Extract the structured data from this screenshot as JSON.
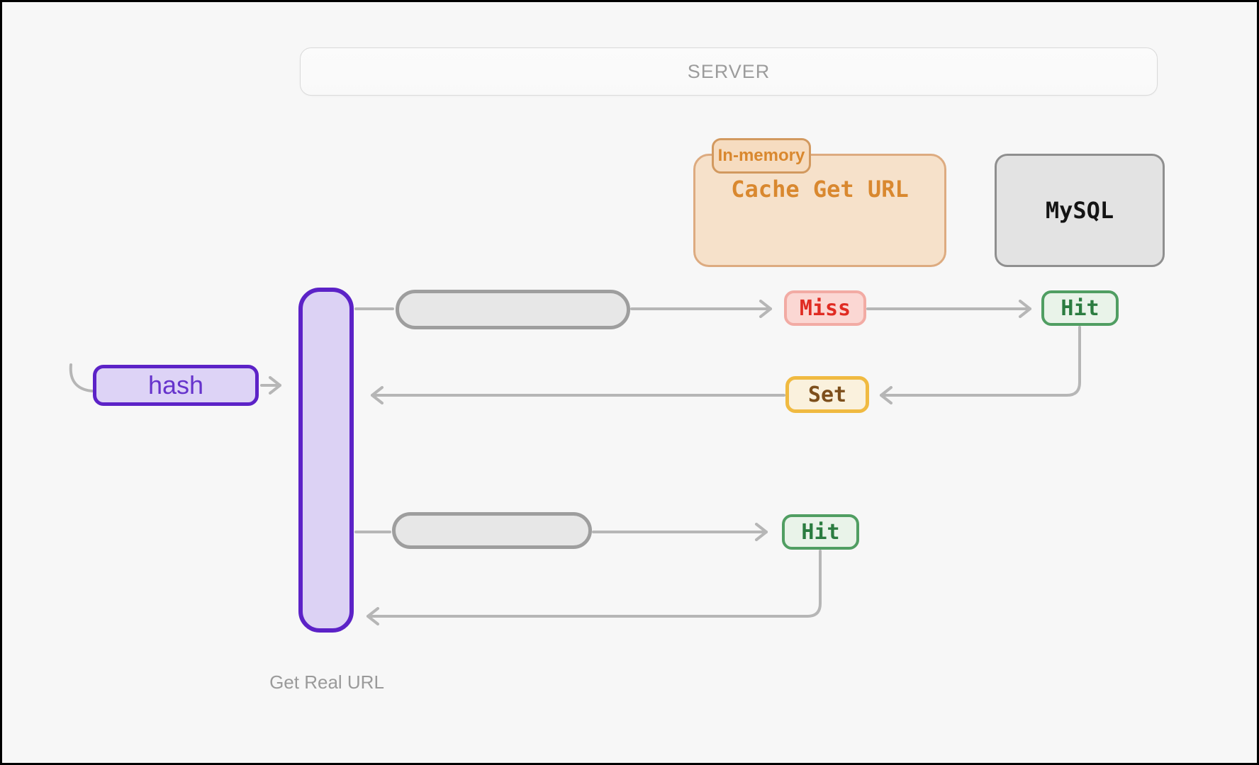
{
  "diagram": {
    "server": {
      "label": "SERVER"
    },
    "cache": {
      "tag": "In-memory",
      "title": "Cache Get URL"
    },
    "mysql": {
      "label": "MySQL"
    },
    "hash": {
      "label": "hash"
    },
    "url_resolver": {
      "label": "Get Real URL"
    },
    "badges": {
      "miss": {
        "label": "Miss"
      },
      "hit_db": {
        "label": "Hit"
      },
      "set": {
        "label": "Set"
      },
      "hit_cache": {
        "label": "Hit"
      }
    },
    "palette": {
      "background": "#f7f7f7",
      "frame_border": "#000000",
      "connector_gray": "#b6b6b6",
      "purple_border": "#5c22c7",
      "purple_fill": "#dcd2f4",
      "orange_fill": "#f6e1ca",
      "orange_border": "#ddab80",
      "orange_text": "#d9882f",
      "miss_red": "#e02b22",
      "hit_green": "#2b7c40",
      "set_amber": "#f0ba41",
      "set_brown": "#7d4f1c",
      "neutral_gray_fill": "#e7e7e7",
      "neutral_gray_border": "#9e9e9e"
    }
  }
}
